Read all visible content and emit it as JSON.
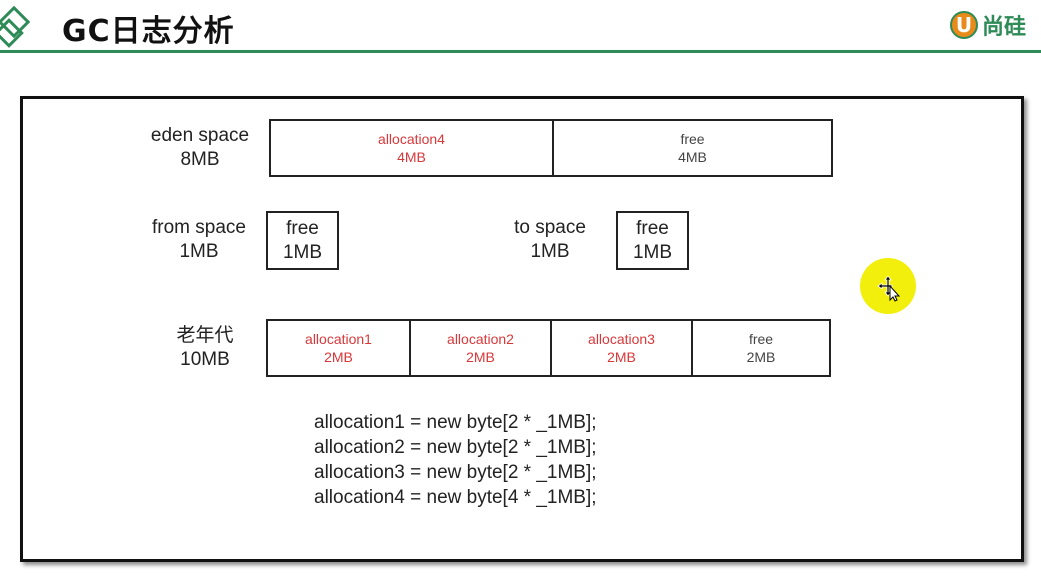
{
  "header": {
    "title": "GC日志分析",
    "logo_mark": "U",
    "logo_text": "尚硅"
  },
  "colors": {
    "accent": "#2e8b57",
    "allocation_text": "#d9383a",
    "pointer": "#f2ef0c",
    "logo_orange": "#e98b1a"
  },
  "icons": [
    "diamond-icon",
    "cursor-move-icon"
  ],
  "eden": {
    "label_line1": "eden space",
    "label_line2": "8MB",
    "cells": [
      {
        "name": "allocation4",
        "size": "4MB"
      },
      {
        "name": "free",
        "size": "4MB"
      }
    ]
  },
  "from": {
    "label_line1": "from space",
    "label_line2": "1MB",
    "cell_name": "free",
    "cell_size": "1MB"
  },
  "to": {
    "label_line1": "to space",
    "label_line2": "1MB",
    "cell_name": "free",
    "cell_size": "1MB"
  },
  "old": {
    "label_line1": "老年代",
    "label_line2": "10MB",
    "cells": [
      {
        "name": "allocation1",
        "size": "2MB"
      },
      {
        "name": "allocation2",
        "size": "2MB"
      },
      {
        "name": "allocation3",
        "size": "2MB"
      },
      {
        "name": "free",
        "size": "2MB"
      }
    ]
  },
  "code": [
    "allocation1 = new byte[2 * _1MB];",
    "allocation2 = new byte[2 * _1MB];",
    "allocation3 = new byte[2 * _1MB];",
    "allocation4 = new byte[4 * _1MB];"
  ]
}
